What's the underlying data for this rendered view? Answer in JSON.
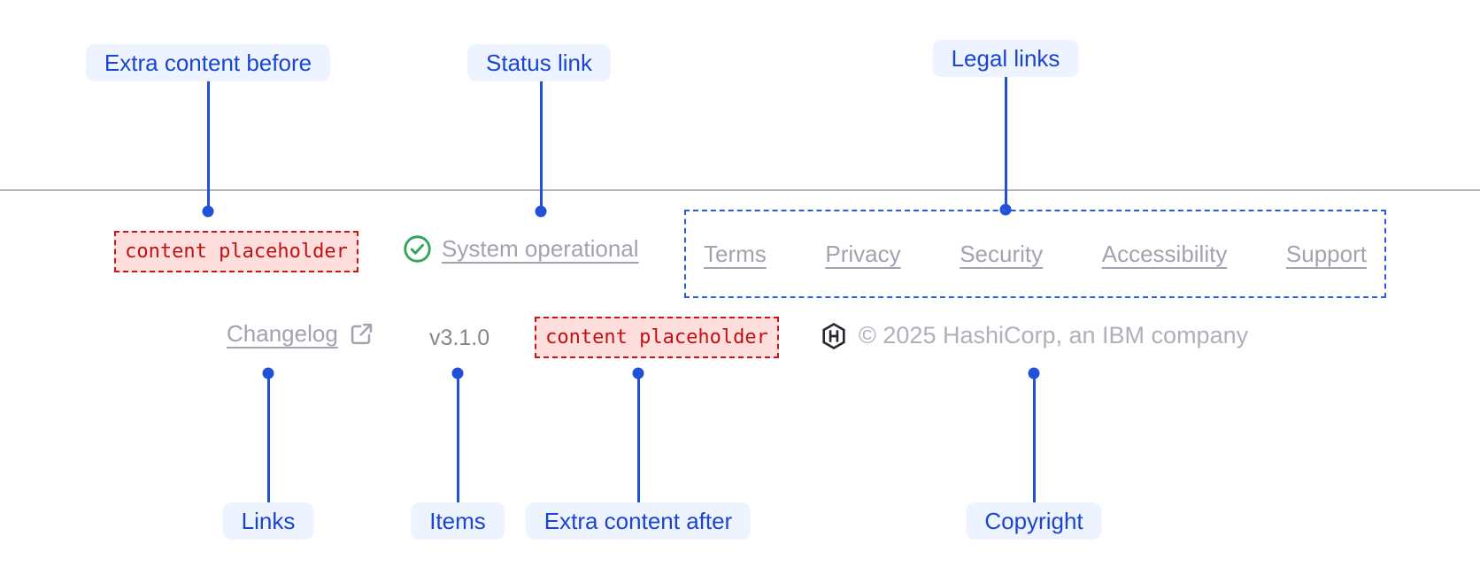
{
  "diagram": {
    "annotations": {
      "extra_content_before": "Extra content before",
      "status_link": "Status link",
      "legal_links": "Legal links",
      "links": "Links",
      "items": "Items",
      "extra_content_after": "Extra content after",
      "copyright": "Copyright"
    }
  },
  "footer": {
    "extra_content_before": {
      "placeholder": "content placeholder"
    },
    "status": {
      "label": "System operational",
      "icon": "check-circle-icon"
    },
    "legal": {
      "links": [
        "Terms",
        "Privacy",
        "Security",
        "Accessibility",
        "Support"
      ]
    },
    "links": [
      {
        "label": "Changelog",
        "external": true
      }
    ],
    "version": "v3.1.0",
    "extra_content_after": {
      "placeholder": "content placeholder"
    },
    "copyright": {
      "text": "© 2025 HashiCorp, an IBM company",
      "logo": "hashicorp-logo"
    }
  },
  "colors": {
    "annotation_text_blue": "#1c45cf",
    "annotation_pill_bg": "#edf3ff",
    "connector_blue": "#2151d6",
    "placeholder_red": "#c01212",
    "placeholder_bg": "#ffdede",
    "legal_outline_blue": "#2b5be0",
    "status_green": "#35a45e",
    "muted_link_gray": "#a4a2ae",
    "divider_gray": "#b5b2bd"
  }
}
